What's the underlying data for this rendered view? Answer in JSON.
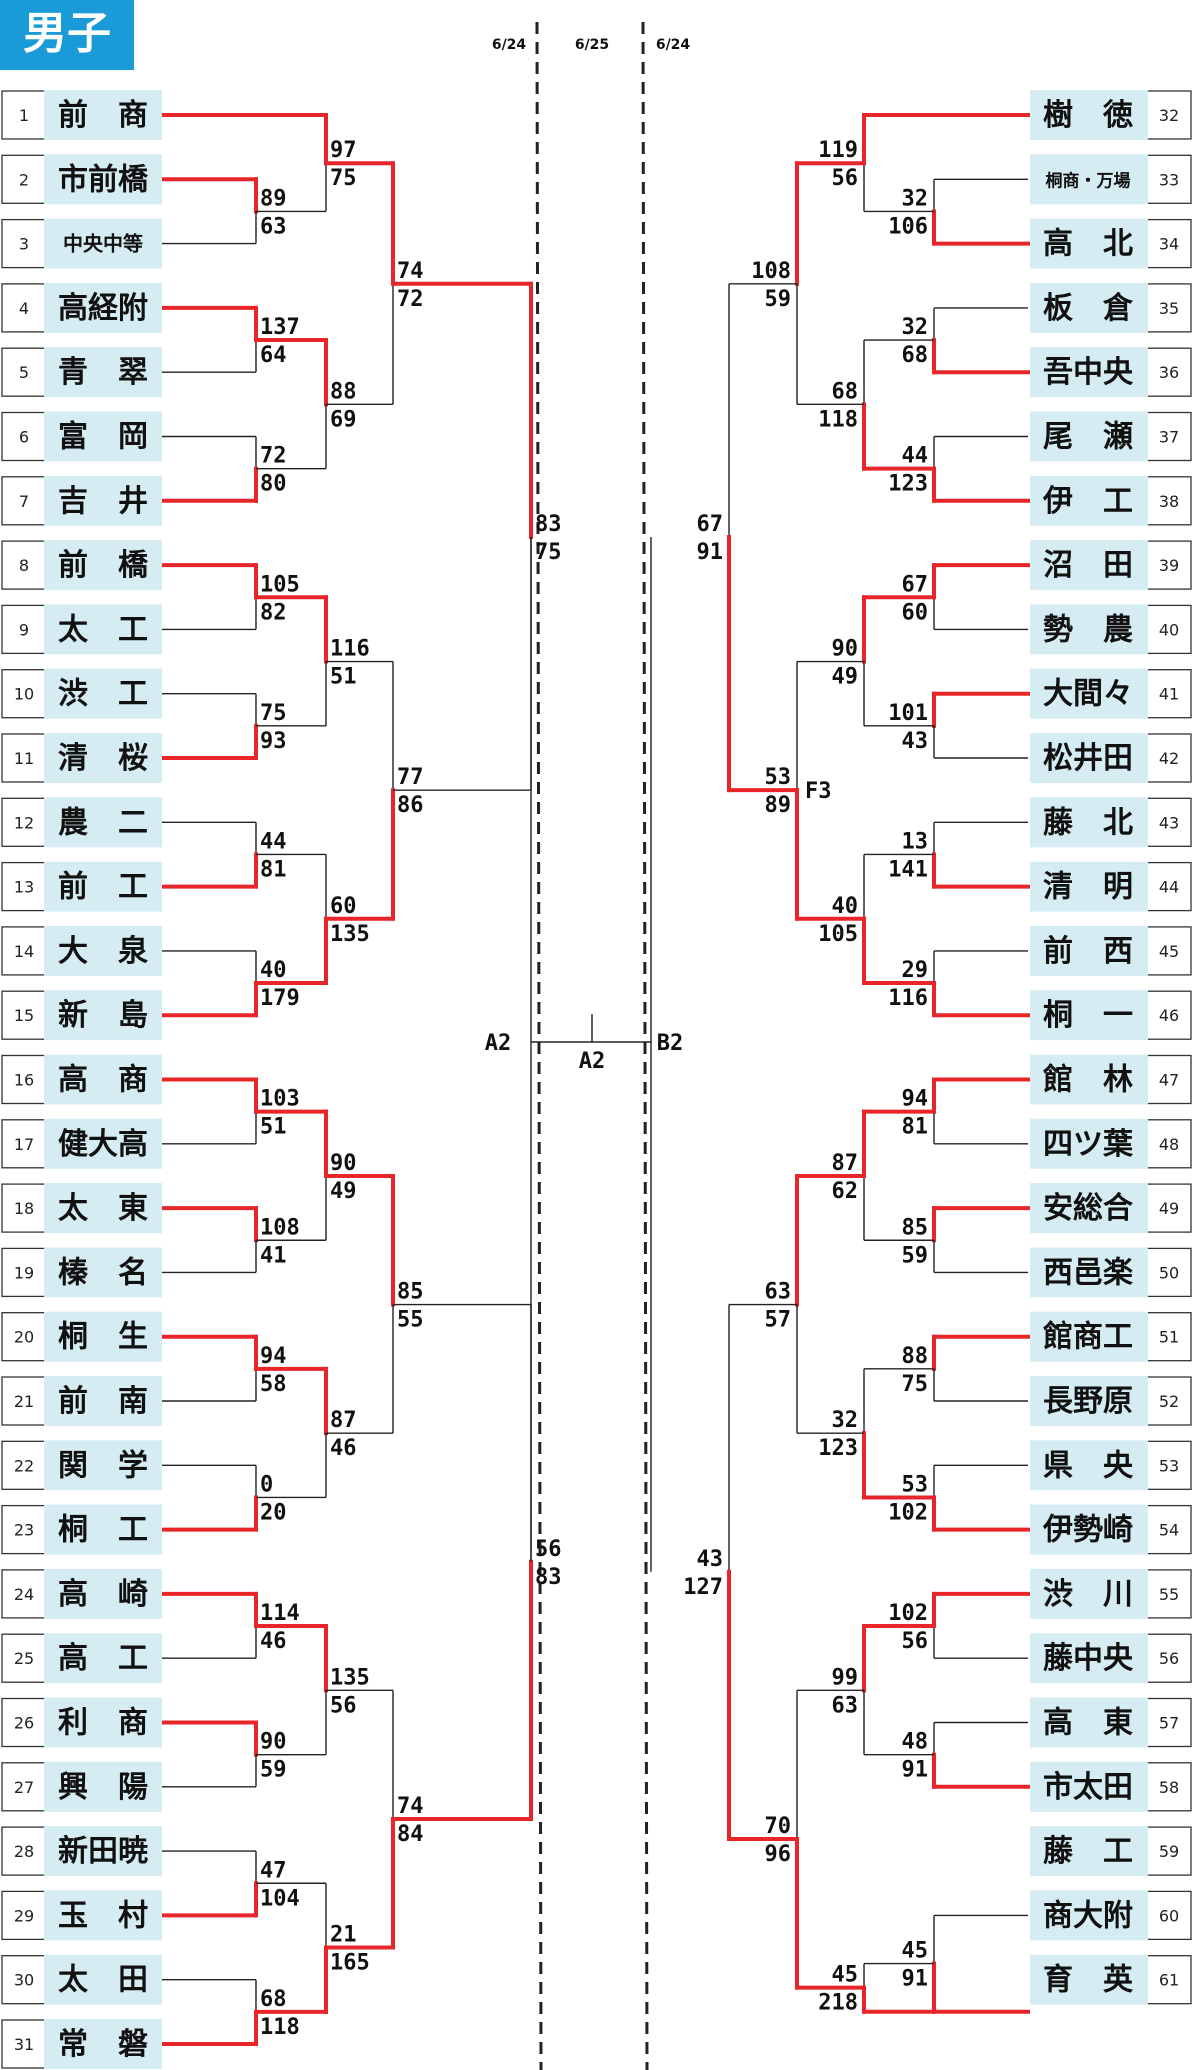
{
  "header": {
    "title": "男子",
    "title_bg": "#1a9ad6",
    "dates": [
      "6/24",
      "6/25",
      "6/24"
    ]
  },
  "colors": {
    "winner_line": "#e8262a",
    "loser_line": "#222222",
    "name_bg": "#d5ecf2"
  },
  "left": {
    "teams": [
      {
        "no": "1",
        "name": "前　商"
      },
      {
        "no": "2",
        "name": "市前橋"
      },
      {
        "no": "3",
        "name": "中央中等"
      },
      {
        "no": "4",
        "name": "高経附"
      },
      {
        "no": "5",
        "name": "青　翠"
      },
      {
        "no": "6",
        "name": "富　岡"
      },
      {
        "no": "7",
        "name": "吉　井"
      },
      {
        "no": "8",
        "name": "前　橋"
      },
      {
        "no": "9",
        "name": "太　工"
      },
      {
        "no": "10",
        "name": "渋　工"
      },
      {
        "no": "11",
        "name": "清　桜"
      },
      {
        "no": "12",
        "name": "農　二"
      },
      {
        "no": "13",
        "name": "前　工"
      },
      {
        "no": "14",
        "name": "大　泉"
      },
      {
        "no": "15",
        "name": "新　島"
      },
      {
        "no": "16",
        "name": "高　商"
      },
      {
        "no": "17",
        "name": "健大高"
      },
      {
        "no": "18",
        "name": "太　東"
      },
      {
        "no": "19",
        "name": "榛　名"
      },
      {
        "no": "20",
        "name": "桐　生"
      },
      {
        "no": "21",
        "name": "前　南"
      },
      {
        "no": "22",
        "name": "関　学"
      },
      {
        "no": "23",
        "name": "桐　工"
      },
      {
        "no": "24",
        "name": "高　崎"
      },
      {
        "no": "25",
        "name": "高　工"
      },
      {
        "no": "26",
        "name": "利　商"
      },
      {
        "no": "27",
        "name": "興　陽"
      },
      {
        "no": "28",
        "name": "新田暁"
      },
      {
        "no": "29",
        "name": "玉　村"
      },
      {
        "no": "30",
        "name": "太　田"
      },
      {
        "no": "31",
        "name": "常　磐"
      }
    ],
    "matches": [
      {
        "id": "L2_3",
        "top": "89",
        "bot": "63"
      },
      {
        "id": "L1_R2",
        "top": "97",
        "bot": "75"
      },
      {
        "id": "L4_5",
        "top": "137",
        "bot": "64"
      },
      {
        "id": "L6_7",
        "top": "72",
        "bot": "80"
      },
      {
        "id": "L4_7",
        "top": "88",
        "bot": "69"
      },
      {
        "id": "L1_7",
        "top": "74",
        "bot": "72"
      },
      {
        "id": "L8_9",
        "top": "105",
        "bot": "82"
      },
      {
        "id": "L10_11",
        "top": "75",
        "bot": "93"
      },
      {
        "id": "L8_11",
        "top": "116",
        "bot": "51"
      },
      {
        "id": "L12_13",
        "top": "44",
        "bot": "81"
      },
      {
        "id": "L14_15",
        "top": "40",
        "bot": "179"
      },
      {
        "id": "L12_15",
        "top": "60",
        "bot": "135"
      },
      {
        "id": "L8_15",
        "top": "77",
        "bot": "86"
      },
      {
        "id": "L1_15",
        "top": "83",
        "bot": "75"
      },
      {
        "id": "L16_17",
        "top": "103",
        "bot": "51"
      },
      {
        "id": "L18_19",
        "top": "108",
        "bot": "41"
      },
      {
        "id": "L16_19",
        "top": "90",
        "bot": "49"
      },
      {
        "id": "L20_21",
        "top": "94",
        "bot": "58"
      },
      {
        "id": "L22_23",
        "top": "0",
        "bot": "20"
      },
      {
        "id": "L20_23",
        "top": "87",
        "bot": "46"
      },
      {
        "id": "L16_23",
        "top": "85",
        "bot": "55"
      },
      {
        "id": "L24_25",
        "top": "114",
        "bot": "46"
      },
      {
        "id": "L26_27",
        "top": "90",
        "bot": "59"
      },
      {
        "id": "L24_27",
        "top": "135",
        "bot": "56"
      },
      {
        "id": "L28_29",
        "top": "47",
        "bot": "104"
      },
      {
        "id": "L30_31",
        "top": "68",
        "bot": "118"
      },
      {
        "id": "L28_31",
        "top": "21",
        "bot": "165"
      },
      {
        "id": "L24_31",
        "top": "74",
        "bot": "84"
      },
      {
        "id": "L16_31",
        "top": "56",
        "bot": "83"
      }
    ]
  },
  "right": {
    "teams": [
      {
        "no": "32",
        "name": "樹　徳"
      },
      {
        "no": "33",
        "name": "桐商・万場"
      },
      {
        "no": "34",
        "name": "高　北"
      },
      {
        "no": "35",
        "name": "板　倉"
      },
      {
        "no": "36",
        "name": "吾中央"
      },
      {
        "no": "37",
        "name": "尾　瀬"
      },
      {
        "no": "38",
        "name": "伊　工"
      },
      {
        "no": "39",
        "name": "沼　田"
      },
      {
        "no": "40",
        "name": "勢　農"
      },
      {
        "no": "41",
        "name": "大間々"
      },
      {
        "no": "42",
        "name": "松井田"
      },
      {
        "no": "43",
        "name": "藤　北"
      },
      {
        "no": "44",
        "name": "清　明"
      },
      {
        "no": "45",
        "name": "前　西"
      },
      {
        "no": "46",
        "name": "桐　一"
      },
      {
        "no": "47",
        "name": "館　林"
      },
      {
        "no": "48",
        "name": "四ツ葉"
      },
      {
        "no": "49",
        "name": "安総合"
      },
      {
        "no": "50",
        "name": "西邑楽"
      },
      {
        "no": "51",
        "name": "館商工"
      },
      {
        "no": "52",
        "name": "長野原"
      },
      {
        "no": "53",
        "name": "県　央"
      },
      {
        "no": "54",
        "name": "伊勢崎"
      },
      {
        "no": "55",
        "name": "渋　川"
      },
      {
        "no": "56",
        "name": "藤中央"
      },
      {
        "no": "57",
        "name": "高　東"
      },
      {
        "no": "58",
        "name": "市太田"
      },
      {
        "no": "59",
        "name": "藤　工"
      },
      {
        "no": "60",
        "name": "商大附"
      },
      {
        "no": "61",
        "name": "育　英"
      }
    ],
    "matches": [
      {
        "id": "R33_34",
        "top": "32",
        "bot": "106"
      },
      {
        "id": "R32_34",
        "top": "119",
        "bot": "56"
      },
      {
        "id": "R35_36",
        "top": "32",
        "bot": "68"
      },
      {
        "id": "R37_38",
        "top": "44",
        "bot": "123"
      },
      {
        "id": "R35_38",
        "top": "68",
        "bot": "118"
      },
      {
        "id": "R32_38",
        "top": "108",
        "bot": "59"
      },
      {
        "id": "R39_40",
        "top": "67",
        "bot": "60"
      },
      {
        "id": "R41_42",
        "top": "101",
        "bot": "43"
      },
      {
        "id": "R39_42",
        "top": "90",
        "bot": "49"
      },
      {
        "id": "R43_44",
        "top": "13",
        "bot": "141"
      },
      {
        "id": "R45_46",
        "top": "29",
        "bot": "116"
      },
      {
        "id": "R43_46",
        "top": "40",
        "bot": "105"
      },
      {
        "id": "R39_46",
        "top": "53",
        "bot": "89",
        "tag": "F3"
      },
      {
        "id": "R32_46",
        "top": "67",
        "bot": "91"
      },
      {
        "id": "R47_48",
        "top": "94",
        "bot": "81"
      },
      {
        "id": "R49_50",
        "top": "85",
        "bot": "59"
      },
      {
        "id": "R47_50",
        "top": "87",
        "bot": "62"
      },
      {
        "id": "R51_52",
        "top": "88",
        "bot": "75"
      },
      {
        "id": "R53_54",
        "top": "53",
        "bot": "102"
      },
      {
        "id": "R51_54",
        "top": "32",
        "bot": "123"
      },
      {
        "id": "R47_54",
        "top": "63",
        "bot": "57"
      },
      {
        "id": "R55_56",
        "top": "102",
        "bot": "56"
      },
      {
        "id": "R57_58",
        "top": "48",
        "bot": "91"
      },
      {
        "id": "R55_58",
        "top": "99",
        "bot": "63"
      },
      {
        "id": "R60_61",
        "top": "45",
        "bot": "91"
      },
      {
        "id": "R59_61",
        "top": "45",
        "bot": "218"
      },
      {
        "id": "R55_61",
        "top": "70",
        "bot": "96"
      },
      {
        "id": "R47_61",
        "top": "43",
        "bot": "127"
      }
    ]
  },
  "final": {
    "left_label": "A2",
    "center_label": "A2",
    "right_label": "B2"
  }
}
